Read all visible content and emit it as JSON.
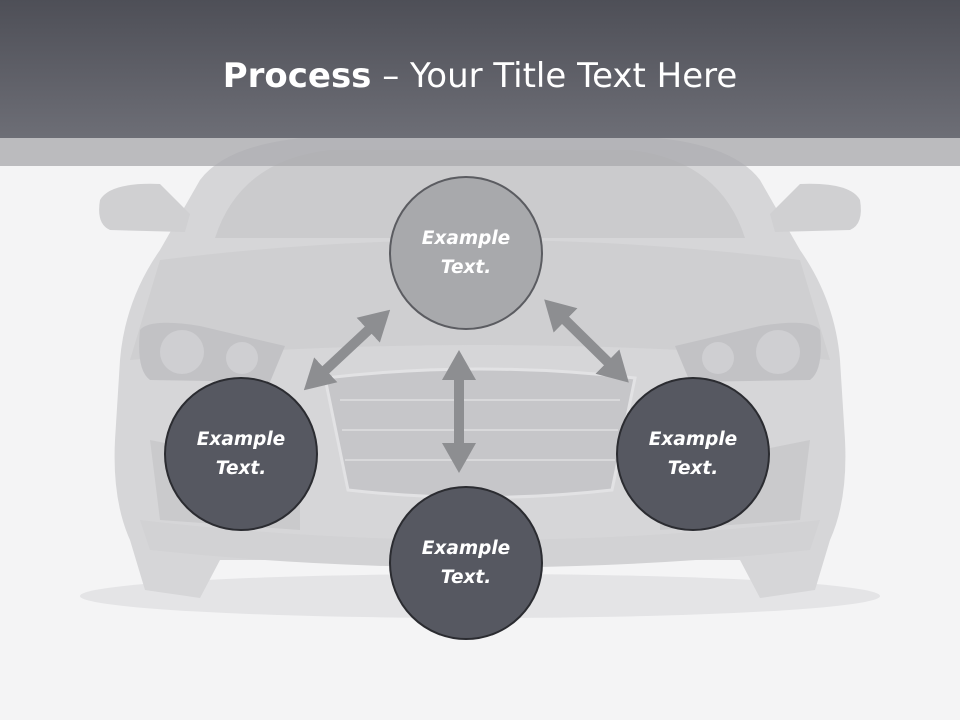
{
  "title": {
    "bold": "Process",
    "rest": " – Your Title Text Here"
  },
  "nodes": {
    "top": {
      "line1": "Example",
      "line2": "Text."
    },
    "left": {
      "line1": "Example",
      "line2": "Text."
    },
    "right": {
      "line1": "Example",
      "line2": "Text."
    },
    "bottom": {
      "line1": "Example",
      "line2": "Text."
    }
  },
  "colors": {
    "title_bar": "#5d5e66",
    "node_dark": "#565861",
    "node_light": "#a8a9ac",
    "arrow": "#8d8e91"
  }
}
